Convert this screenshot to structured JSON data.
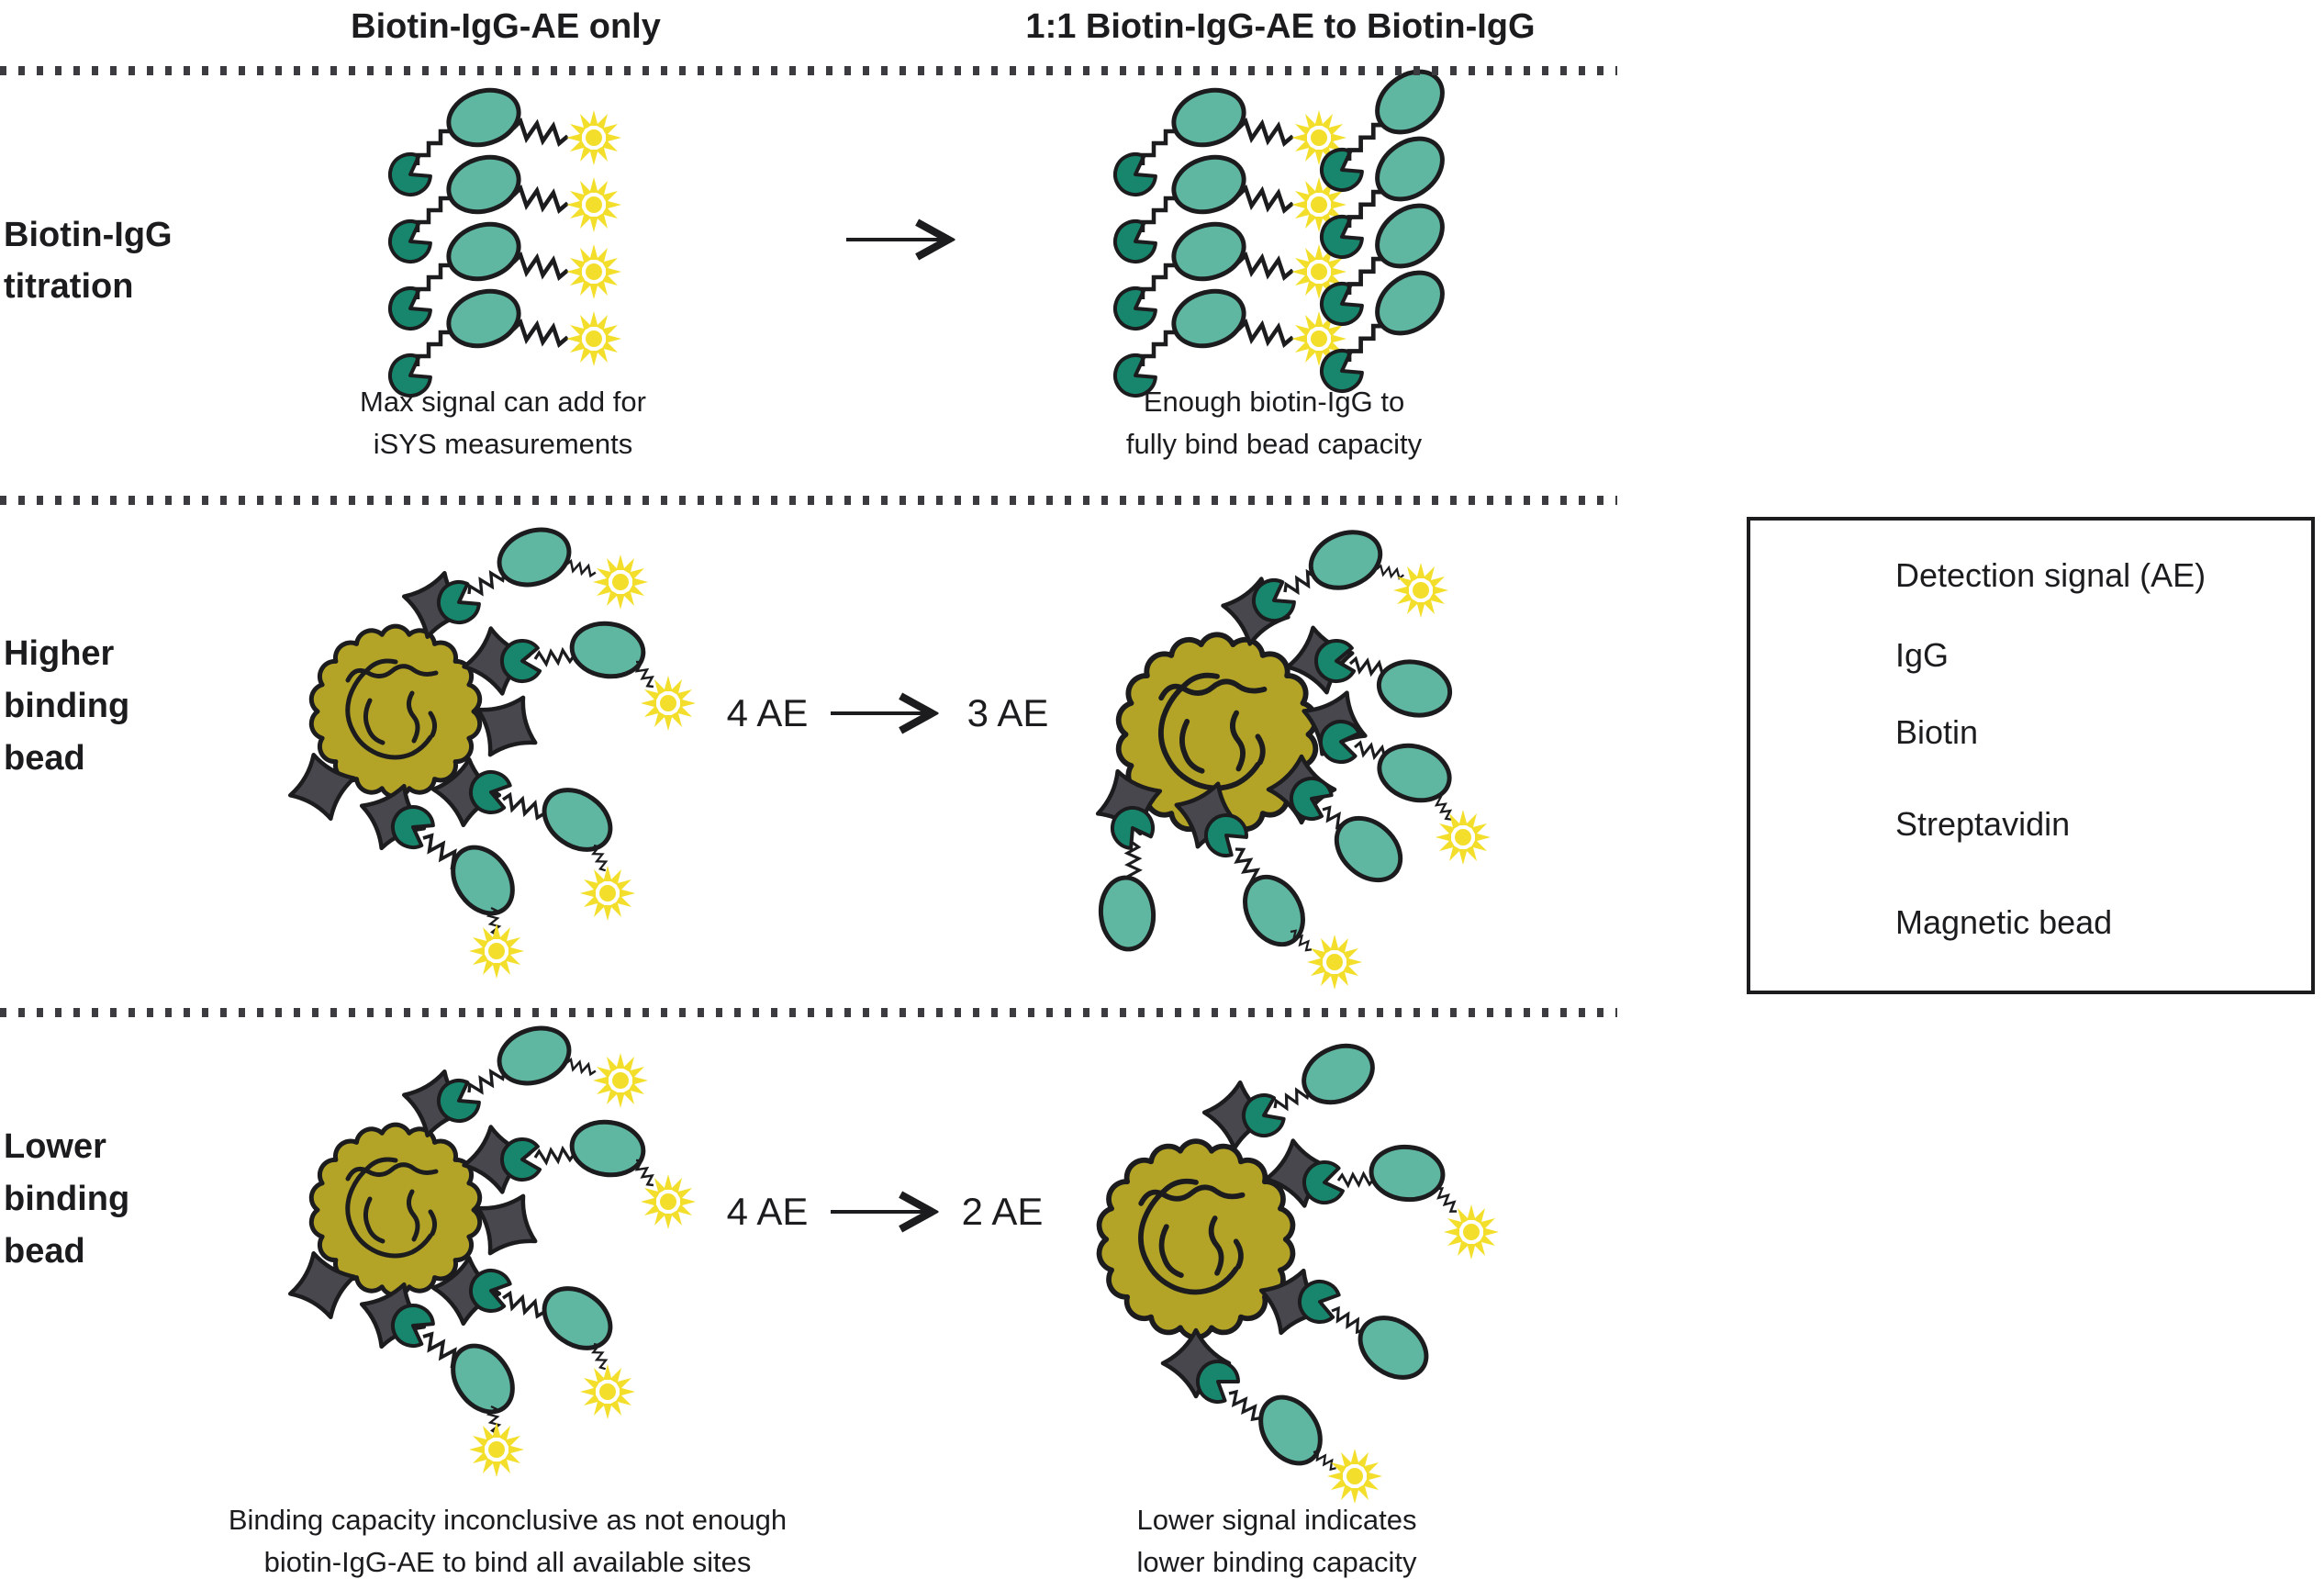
{
  "columns": {
    "left": "Biotin-IgG-AE only",
    "right": "1:1 Biotin-IgG-AE to Biotin-IgG"
  },
  "rows": {
    "titration": {
      "label_line1": "Biotin-IgG",
      "label_line2": "titration",
      "left_caption_line1": "Max signal can add for",
      "left_caption_line2": "iSYS measurements",
      "right_caption_line1": "Enough biotin-IgG to",
      "right_caption_line2": "fully bind bead capacity"
    },
    "higher": {
      "label_line1": "Higher",
      "label_line2": "binding",
      "label_line3": "bead",
      "left_count": "4 AE",
      "right_count": "3 AE"
    },
    "lower": {
      "label_line1": "Lower",
      "label_line2": "binding",
      "label_line3": "bead",
      "left_count": "4 AE",
      "right_count": "2 AE",
      "left_caption_line1": "Binding capacity inconclusive as not enough",
      "left_caption_line2": "biotin-IgG-AE to bind all available sites",
      "right_caption_line1": "Lower signal indicates",
      "right_caption_line2": "lower binding capacity"
    }
  },
  "legend": {
    "items": [
      {
        "icon": "detection-signal-icon",
        "label": "Detection signal (AE)"
      },
      {
        "icon": "igg-icon",
        "label": "IgG"
      },
      {
        "icon": "biotin-icon",
        "label": "Biotin"
      },
      {
        "icon": "streptavidin-icon",
        "label": "Streptavidin"
      },
      {
        "icon": "magnetic-bead-icon",
        "label": "Magnetic bead"
      }
    ]
  },
  "colors": {
    "igg": "#5fb7a2",
    "biotin": "#17866c",
    "ae_yellow": "#f3df2b",
    "streptavidin": "#48474d",
    "magnetic_bead": "#b3a428",
    "outline": "#1c1c1e"
  }
}
